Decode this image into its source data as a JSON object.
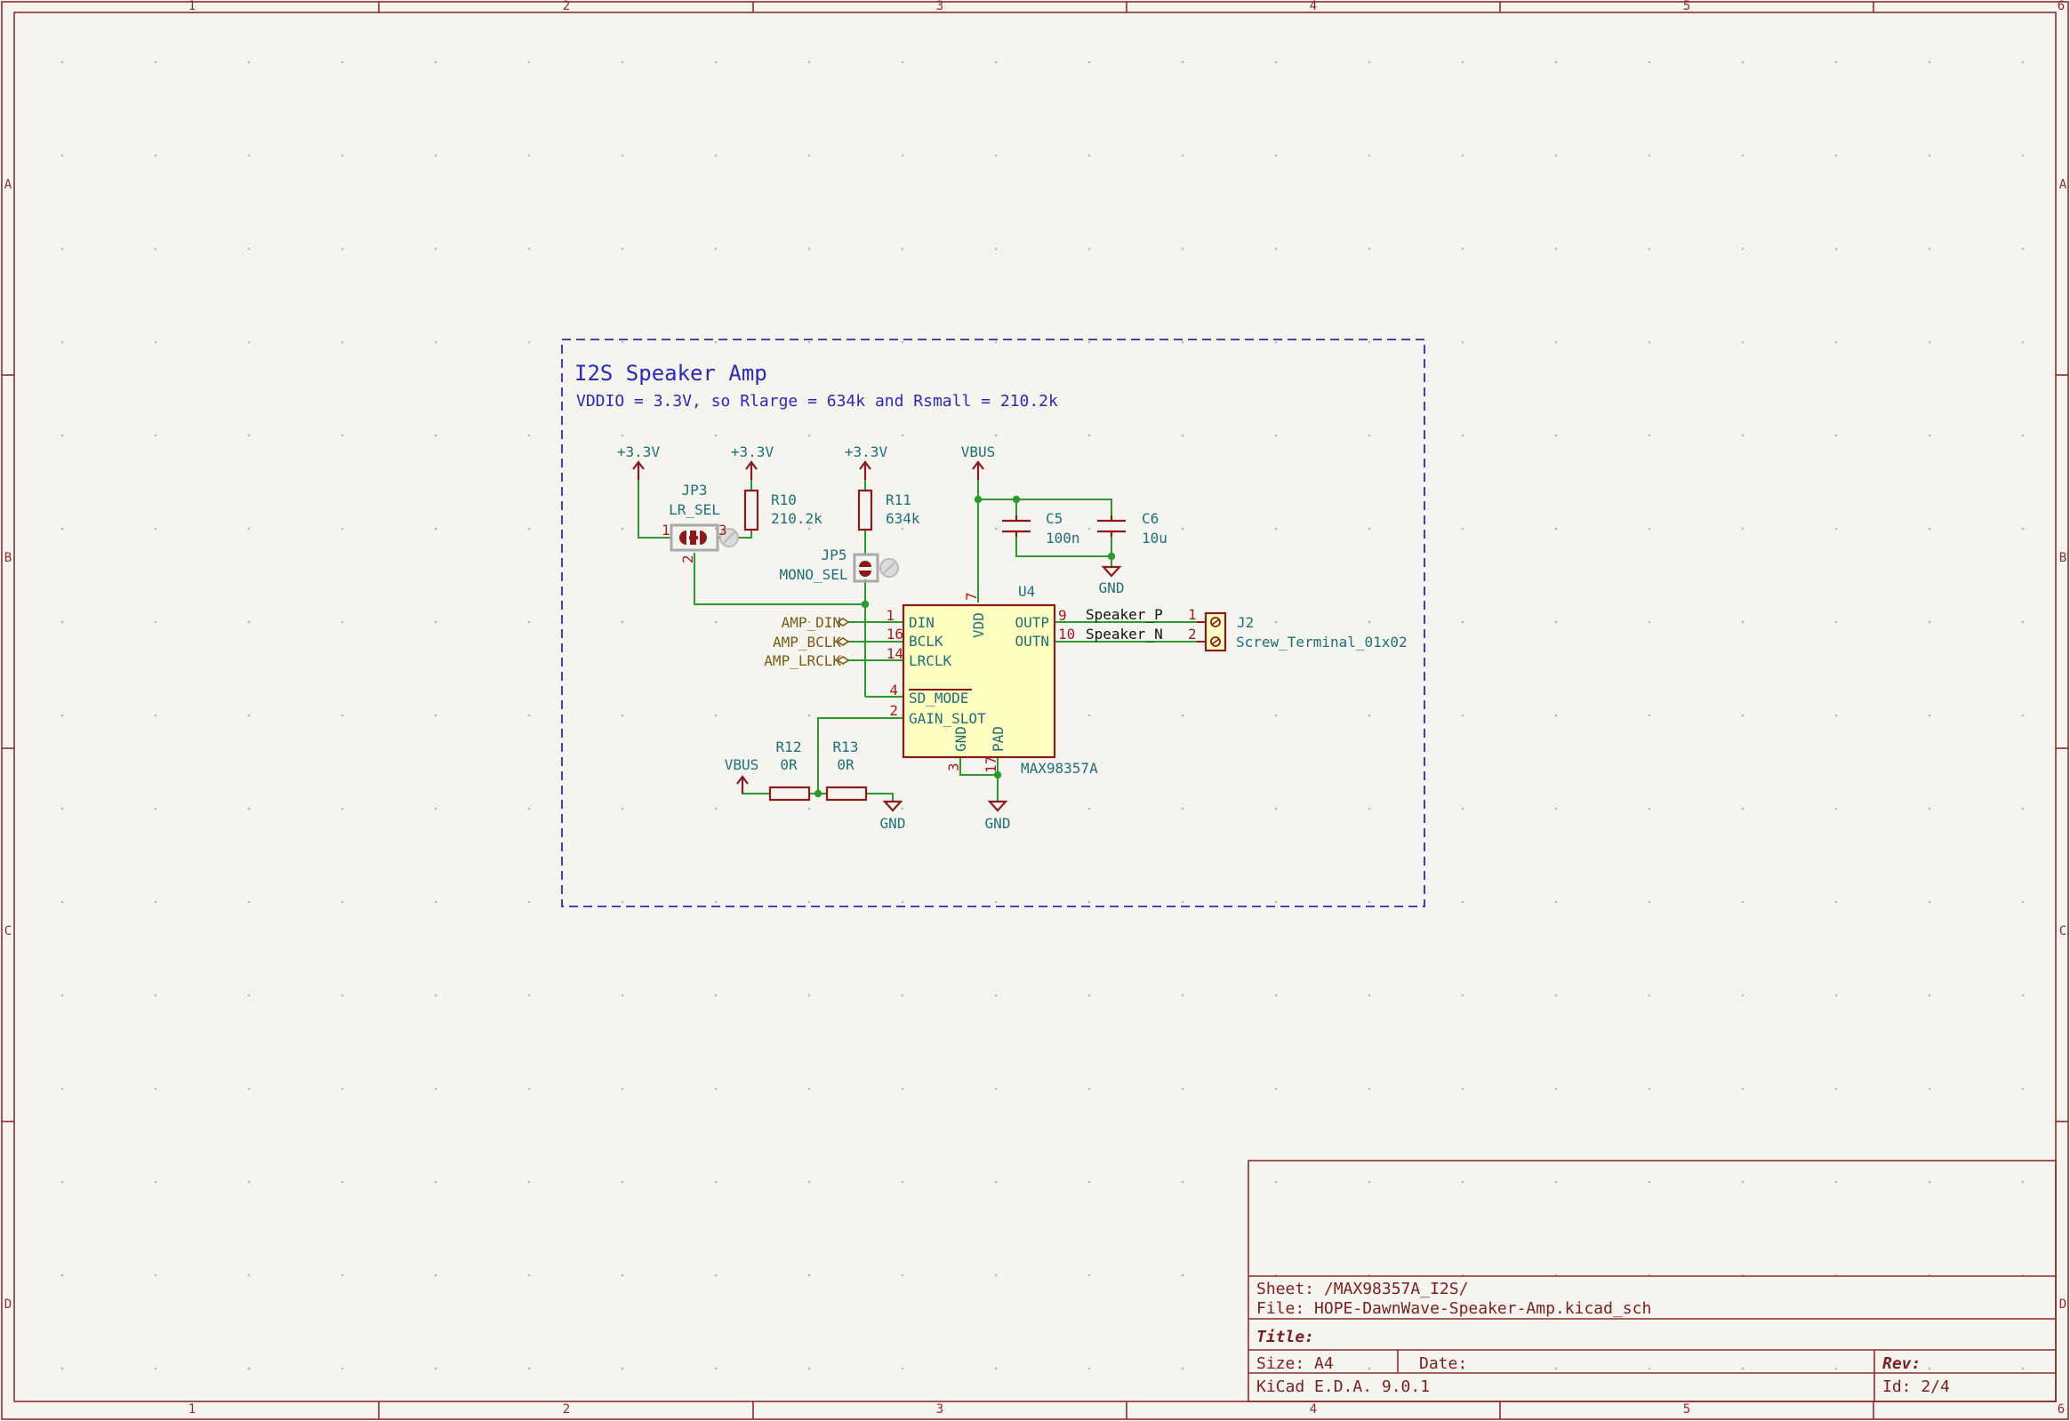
{
  "sheet_frame": {
    "column_labels": [
      "1",
      "2",
      "3",
      "4",
      "5",
      "6"
    ],
    "row_labels": [
      "A",
      "B",
      "C",
      "D"
    ]
  },
  "notes": {
    "title": "I2S Speaker Amp",
    "text": "VDDIO = 3.3V, so Rlarge = 634k and Rsmall = 210.2k"
  },
  "power": {
    "p33_a": "+3.3V",
    "p33_b": "+3.3V",
    "p33_c": "+3.3V",
    "vbus_top": "VBUS",
    "vbus_left": "VBUS",
    "gnd_caps": "GND",
    "gnd_left": "GND",
    "gnd_ic": "GND"
  },
  "components": {
    "jp3": {
      "ref": "JP3",
      "value": "LR_SEL",
      "pin1": "1",
      "pin2": "2",
      "pin3": "3"
    },
    "jp5": {
      "ref": "JP5",
      "value": "MONO_SEL"
    },
    "r10": {
      "ref": "R10",
      "value": "210.2k"
    },
    "r11": {
      "ref": "R11",
      "value": "634k"
    },
    "r12": {
      "ref": "R12",
      "value": "0R"
    },
    "r13": {
      "ref": "R13",
      "value": "0R"
    },
    "c5": {
      "ref": "C5",
      "value": "100n"
    },
    "c6": {
      "ref": "C6",
      "value": "10u"
    },
    "j2": {
      "ref": "J2",
      "value": "Screw_Terminal_01x02",
      "pin1": "1",
      "pin2": "2"
    },
    "u4": {
      "ref": "U4",
      "value": "MAX98357A",
      "pins": {
        "din": {
          "name": "DIN",
          "num": "1"
        },
        "bclk": {
          "name": "BCLK",
          "num": "16"
        },
        "lrclk": {
          "name": "LRCLK",
          "num": "14"
        },
        "sd_mode": {
          "name": "SD_MODE",
          "num": "4"
        },
        "gain_slot": {
          "name": "GAIN_SLOT",
          "num": "2"
        },
        "outp": {
          "name": "OUTP",
          "num": "9"
        },
        "outn": {
          "name": "OUTN",
          "num": "10"
        },
        "vdd": {
          "name": "VDD",
          "num": "7"
        },
        "gnd": {
          "name": "GND",
          "num": "3"
        },
        "pad": {
          "name": "PAD",
          "num": "17"
        }
      }
    }
  },
  "global_labels": {
    "amp_din": "AMP_DIN",
    "amp_bclk": "AMP_BCLK",
    "amp_lrclk": "AMP_LRCLK"
  },
  "net_labels": {
    "speaker_p": "Speaker_P",
    "speaker_n": "Speaker_N"
  },
  "title_block": {
    "sheet": "Sheet: /MAX98357A_I2S/",
    "file": "File: HOPE-DawnWave-Speaker-Amp.kicad_sch",
    "title": "Title:",
    "size": "Size: A4",
    "date": "Date:",
    "rev": "Rev:",
    "tool": "KiCad E.D.A. 9.0.1",
    "id": "Id: 2/4"
  }
}
